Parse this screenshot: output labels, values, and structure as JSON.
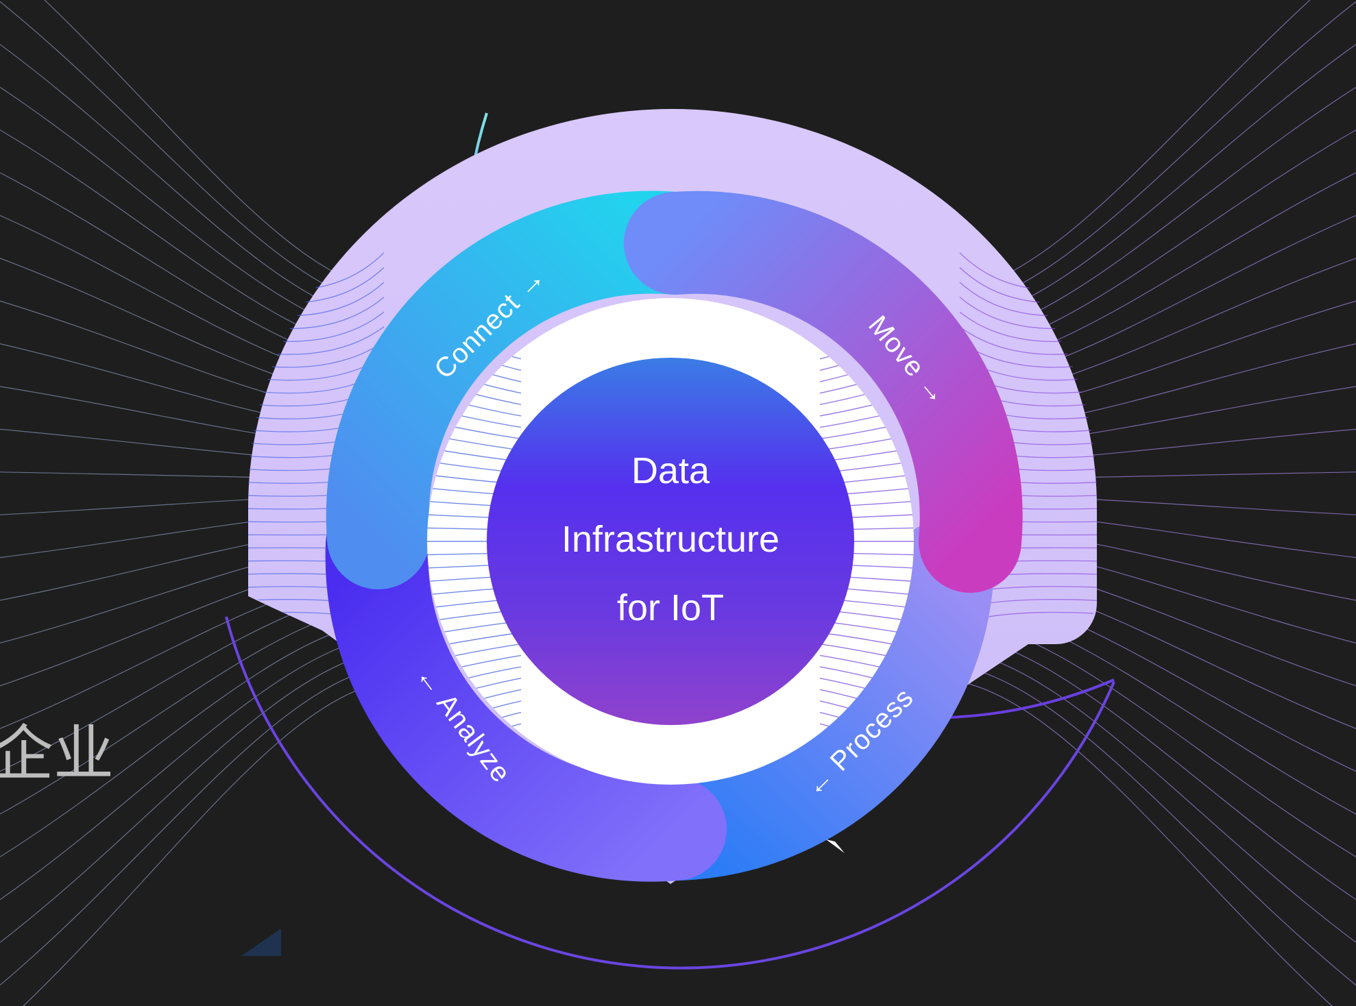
{
  "diagram": {
    "center_title_lines": [
      "Data",
      "Infrastructure",
      "for IoT"
    ],
    "ring_segments": [
      {
        "label": "Connect →",
        "color_start": "#4f8ef0",
        "color_end": "#22d3ee"
      },
      {
        "label": "Move →",
        "color_start": "#7b7cf8",
        "color_end": "#c43cc0"
      },
      {
        "label": "← Process",
        "color_start": "#2b7cf6",
        "color_end": "#8e8ef5"
      },
      {
        "label": "← Analyze",
        "color_start": "#4a2df0",
        "color_end": "#7a6cfa"
      }
    ],
    "side_text": "企业"
  },
  "colors": {
    "background": "#1e1e1e",
    "outer_band": "#d6c4fa",
    "inner_ring": "#ffffff",
    "core_top": "#3b7ce6",
    "core_mid": "#5530ee",
    "core_bottom": "#8c40cc",
    "arc_stroke": "#6a45e0"
  },
  "icons": [
    "arrow-right-icon",
    "arrow-left-icon"
  ]
}
